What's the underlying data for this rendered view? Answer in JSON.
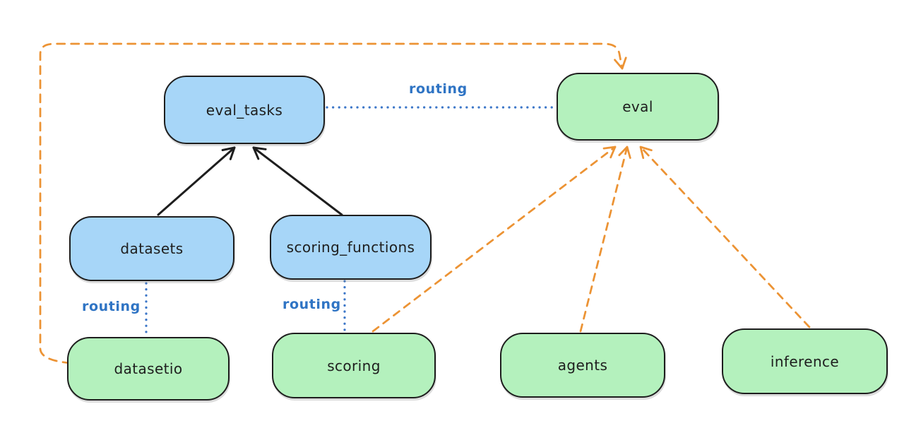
{
  "diagram": {
    "colors": {
      "node_blue_fill": "#a7d6f8",
      "node_green_fill": "#b4f1bd",
      "node_stroke": "#1e1e1e",
      "orange_edge": "#ec9334",
      "blue_edge": "#3b76c8",
      "blue_label_text": "#2f74c4",
      "background": "#ffffff"
    },
    "nodes": [
      {
        "id": "eval_tasks",
        "label": "eval_tasks",
        "color": "blue"
      },
      {
        "id": "eval",
        "label": "eval",
        "color": "green"
      },
      {
        "id": "datasets",
        "label": "datasets",
        "color": "blue"
      },
      {
        "id": "scoring_functions",
        "label": "scoring_functions",
        "color": "blue"
      },
      {
        "id": "datasetio",
        "label": "datasetio",
        "color": "green"
      },
      {
        "id": "scoring",
        "label": "scoring",
        "color": "green"
      },
      {
        "id": "agents",
        "label": "agents",
        "color": "green"
      },
      {
        "id": "inference",
        "label": "inference",
        "color": "green"
      }
    ],
    "edges": [
      {
        "from": "datasets",
        "to": "eval_tasks",
        "style": "solid-arrow",
        "color": "black",
        "label": ""
      },
      {
        "from": "scoring_functions",
        "to": "eval_tasks",
        "style": "solid-arrow",
        "color": "black",
        "label": ""
      },
      {
        "from": "eval_tasks",
        "to": "eval",
        "style": "dotted-line",
        "color": "blue",
        "label": "routing"
      },
      {
        "from": "datasets",
        "to": "datasetio",
        "style": "dotted-line",
        "color": "blue",
        "label": "routing"
      },
      {
        "from": "scoring_functions",
        "to": "scoring",
        "style": "dotted-line",
        "color": "blue",
        "label": "routing"
      },
      {
        "from": "datasetio",
        "to": "eval",
        "style": "dashed-arrow",
        "color": "orange",
        "label": ""
      },
      {
        "from": "scoring",
        "to": "eval",
        "style": "dashed-arrow",
        "color": "orange",
        "label": ""
      },
      {
        "from": "agents",
        "to": "eval",
        "style": "dashed-arrow",
        "color": "orange",
        "label": ""
      },
      {
        "from": "inference",
        "to": "eval",
        "style": "dashed-arrow",
        "color": "orange",
        "label": ""
      }
    ]
  }
}
